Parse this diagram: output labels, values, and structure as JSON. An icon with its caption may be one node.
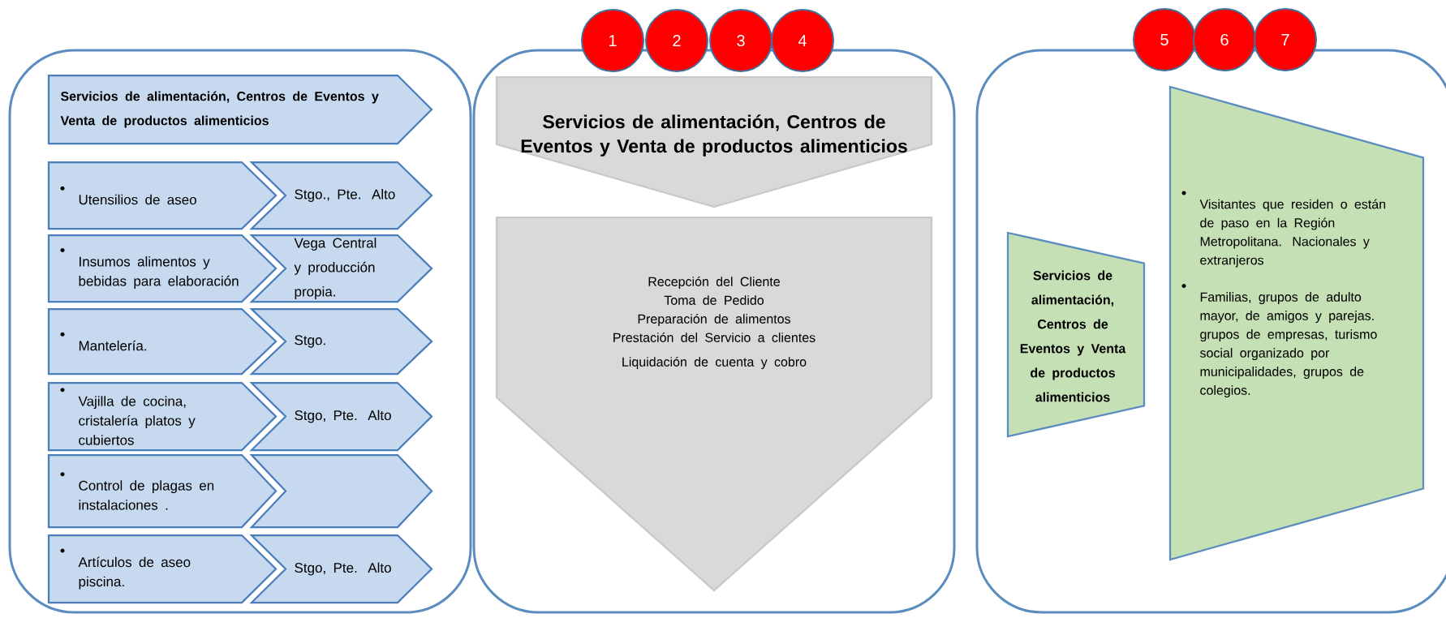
{
  "diagram": {
    "nodes": [
      {
        "text": [],
        "shape": "box"
      },
      {
        "text": [
          "Servicios de alimentación, Centros de Eventos y Venta de productos alimenticios"
        ],
        "in": 0
      },
      {
        "text": [
          "Utensilios de aseo"
        ],
        "in": 0
      },
      {
        "text": [
          "Stgo., Pte. Alto"
        ],
        "in": 0
      },
      {
        "text": [
          "Insumos alimentos y bebidas para elaboración"
        ],
        "in": 0
      },
      {
        "text": [
          "Vega Central y producción propia."
        ],
        "in": 0
      },
      {
        "text": [
          "Mantelería."
        ],
        "in": 0
      },
      {
        "text": [
          "Stgo."
        ],
        "in": 0
      },
      {
        "text": [
          "Vajilla de cocina, cristalería platos y cubiertos"
        ],
        "in": 0
      },
      {
        "text": [
          "Stgo, Pte. Alto"
        ],
        "in": 0
      },
      {
        "text": [
          "Control de plagas en instalaciones ."
        ],
        "in": 0
      },
      {
        "text": [],
        "shape": "chevron",
        "in": 0
      },
      {
        "text": [
          "Artículos de aseo piscina."
        ],
        "in": 0
      },
      {
        "text": [
          "Stgo, Pte. Alto"
        ],
        "in": 0
      },
      {
        "text": [
          "1"
        ]
      },
      {
        "text": [
          "2"
        ]
      },
      {
        "text": [
          "3"
        ]
      },
      {
        "text": [
          "4"
        ]
      },
      {
        "text": [],
        "shape": "box"
      },
      {
        "text": [
          "Servicios de alimentación, Centros de Eventos y Venta de productos alimenticios"
        ],
        "in": 18
      },
      {
        "text": [
          "Recepción del Cliente",
          "Toma de Pedido",
          "Preparación de alimentos",
          "Prestación del Servicio a clientes",
          "Liquidación de cuenta y cobro"
        ],
        "in": 18
      },
      {
        "text": [
          "5"
        ]
      },
      {
        "text": [
          "6"
        ]
      },
      {
        "text": [
          "7"
        ]
      },
      {
        "text": [],
        "shape": "box"
      },
      {
        "text": [
          "Servicios de alimentación, Centros de Eventos y Venta de productos alimenticios"
        ],
        "in": 24
      },
      {
        "text": [
          "Visitantes que residen o están de paso en la Región Metropolitana. Nacionales y extranjeros",
          "Familias, grupos de adulto mayor, de amigos y parejas. grupos de empresas, turismo social organizado por municipalidades, grupos de colegios."
        ],
        "in": 24
      }
    ]
  }
}
